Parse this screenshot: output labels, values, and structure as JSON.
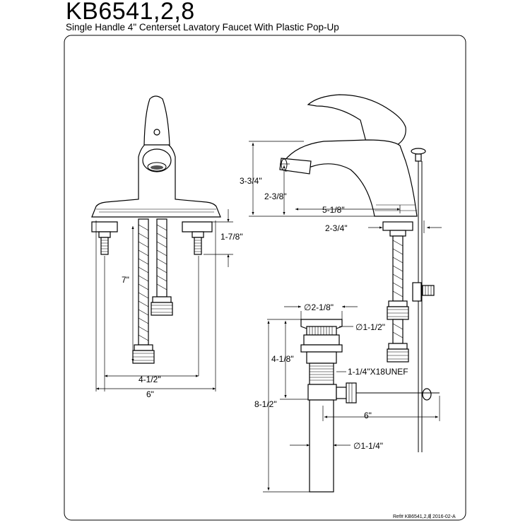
{
  "header": {
    "title": "KB6541,2,8",
    "subtitle": "Single Handle 4\" Centerset Lavatory Faucet With Plastic Pop-Up"
  },
  "dimensions": {
    "front_height_7": "7\"",
    "front_deck_1_7_8": "1-7/8\"",
    "front_center_4_1_2": "4-1/2\"",
    "front_width_6": "6\"",
    "side_height_3_3_4": "3-3/4\"",
    "side_spout_height_2_3_8": "2-3/8\"",
    "side_reach_5_1_8": "5-1/8\"",
    "side_depth_2_3_4": "2-3/4\"",
    "drain_flange_dia": "∅2-1/8\"",
    "drain_body_dia": "∅1-1/2\"",
    "drain_height_4_1_8": "4-1/8\"",
    "drain_thread": "1-1/4\"X18UNEF",
    "drain_total_8_1_2": "8-1/2\"",
    "drain_rod_6": "6\"",
    "tailpiece_dia": "∅1-1/4\""
  },
  "footer": {
    "ref": "Ref# KB6541,2,8",
    "date": "2016-02-A"
  }
}
